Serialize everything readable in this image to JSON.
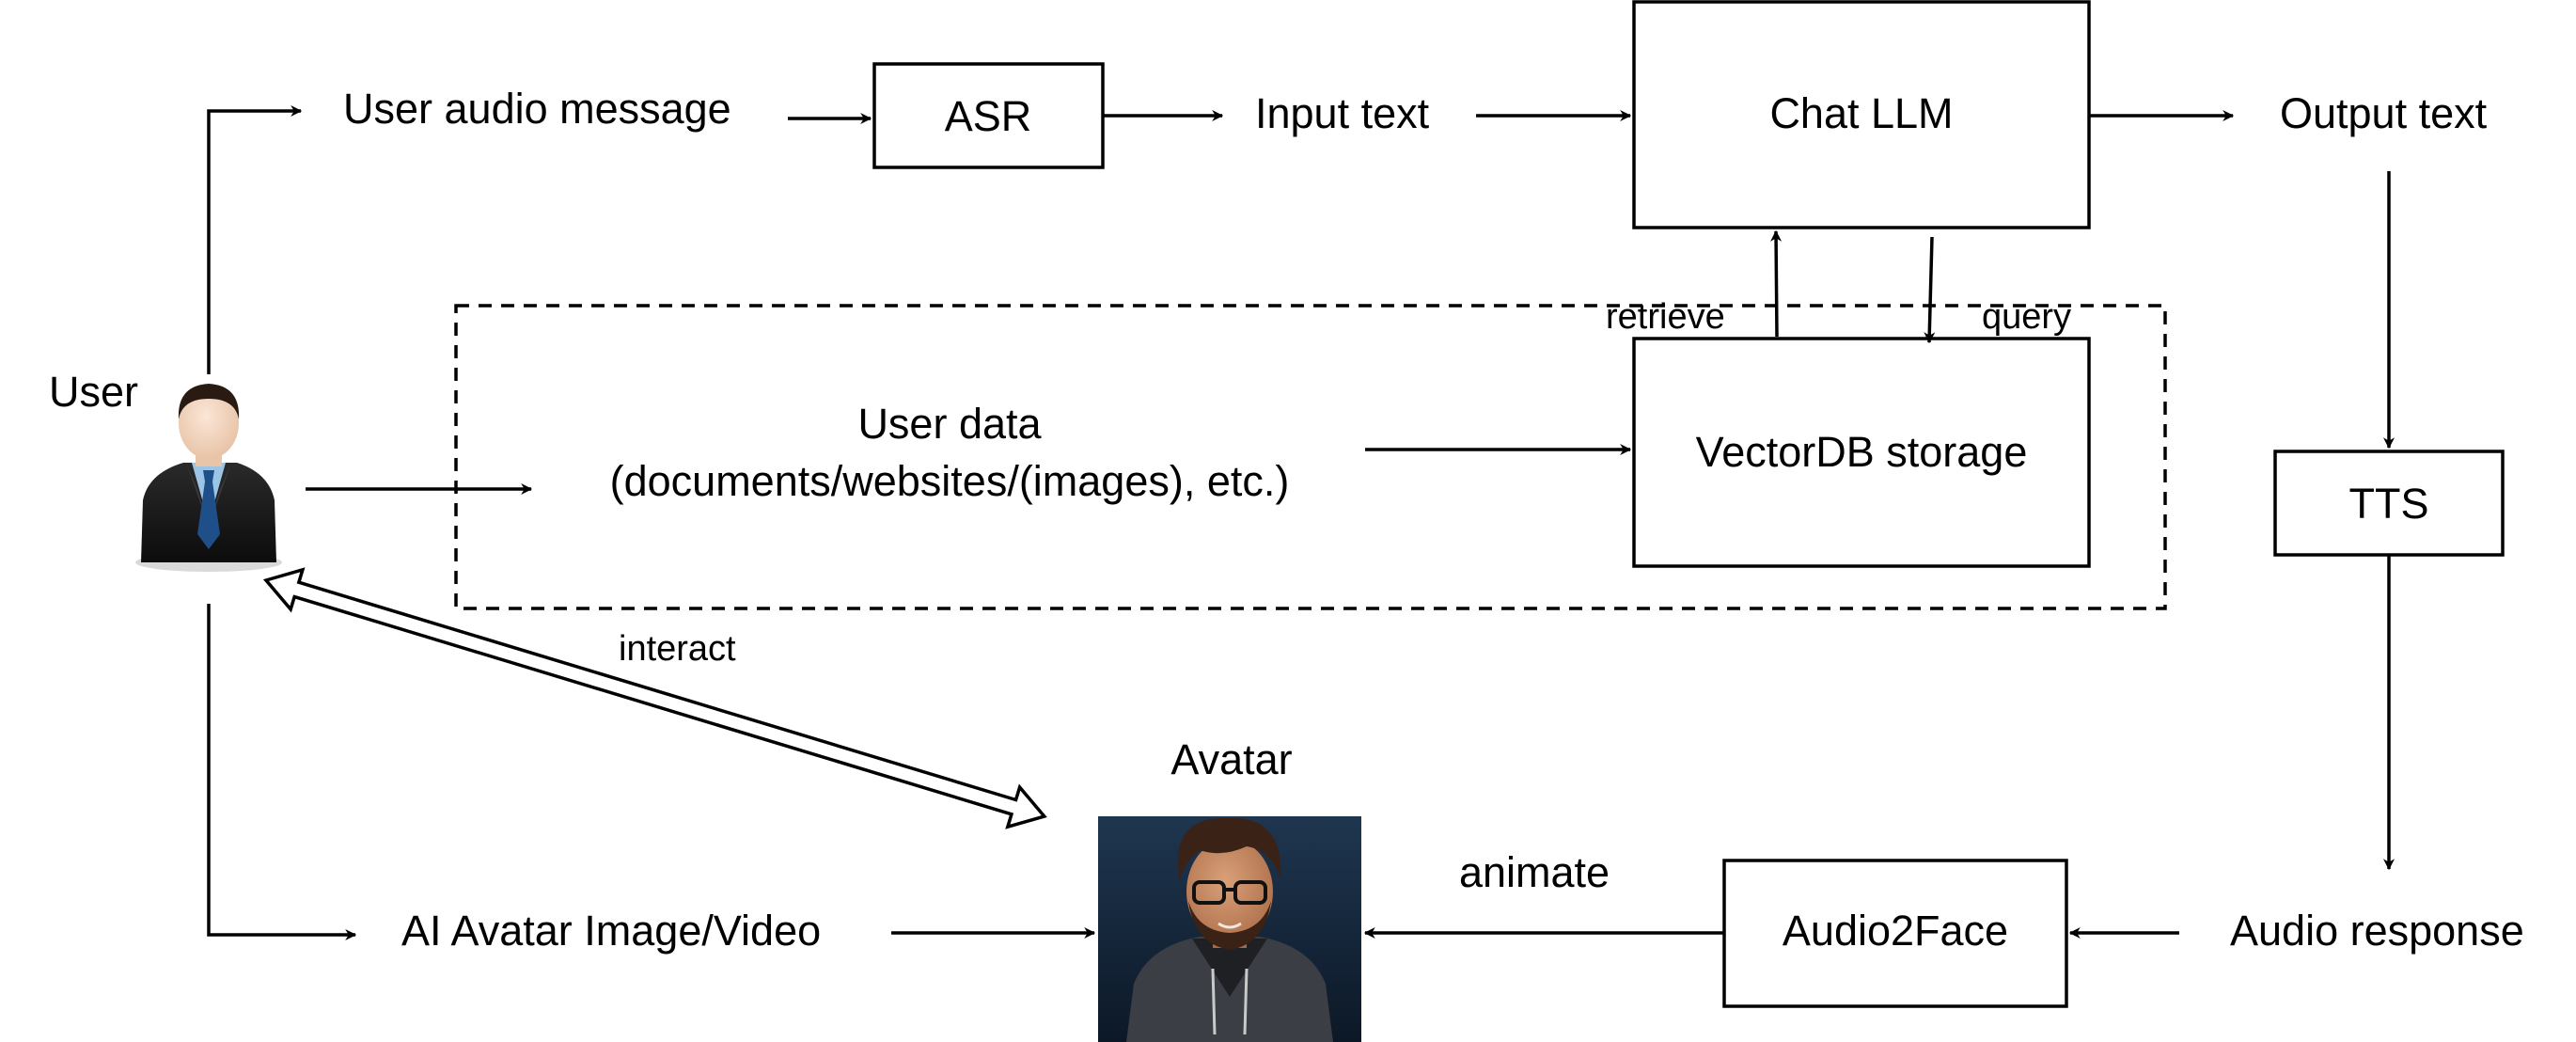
{
  "user": {
    "label": "User",
    "icon": "businessman-icon"
  },
  "top_row": {
    "audio_message": "User audio message",
    "asr": "ASR",
    "input_text": "Input text",
    "chat_llm": "Chat LLM",
    "output_text": "Output text"
  },
  "storage_group": {
    "user_data_line1": "User data",
    "user_data_line2": "(documents/websites/(images), etc.)",
    "vectordb": "VectorDB storage",
    "retrieve": "retrieve",
    "query": "query"
  },
  "right_column": {
    "tts": "TTS",
    "audio_response": "Audio response"
  },
  "bottom_row": {
    "avatar_source": "AI Avatar Image/Video",
    "avatar_title": "Avatar",
    "avatar_icon": "cartoon-avatar-portrait",
    "animate": "animate",
    "audio2face": "Audio2Face"
  },
  "interact": "interact"
}
